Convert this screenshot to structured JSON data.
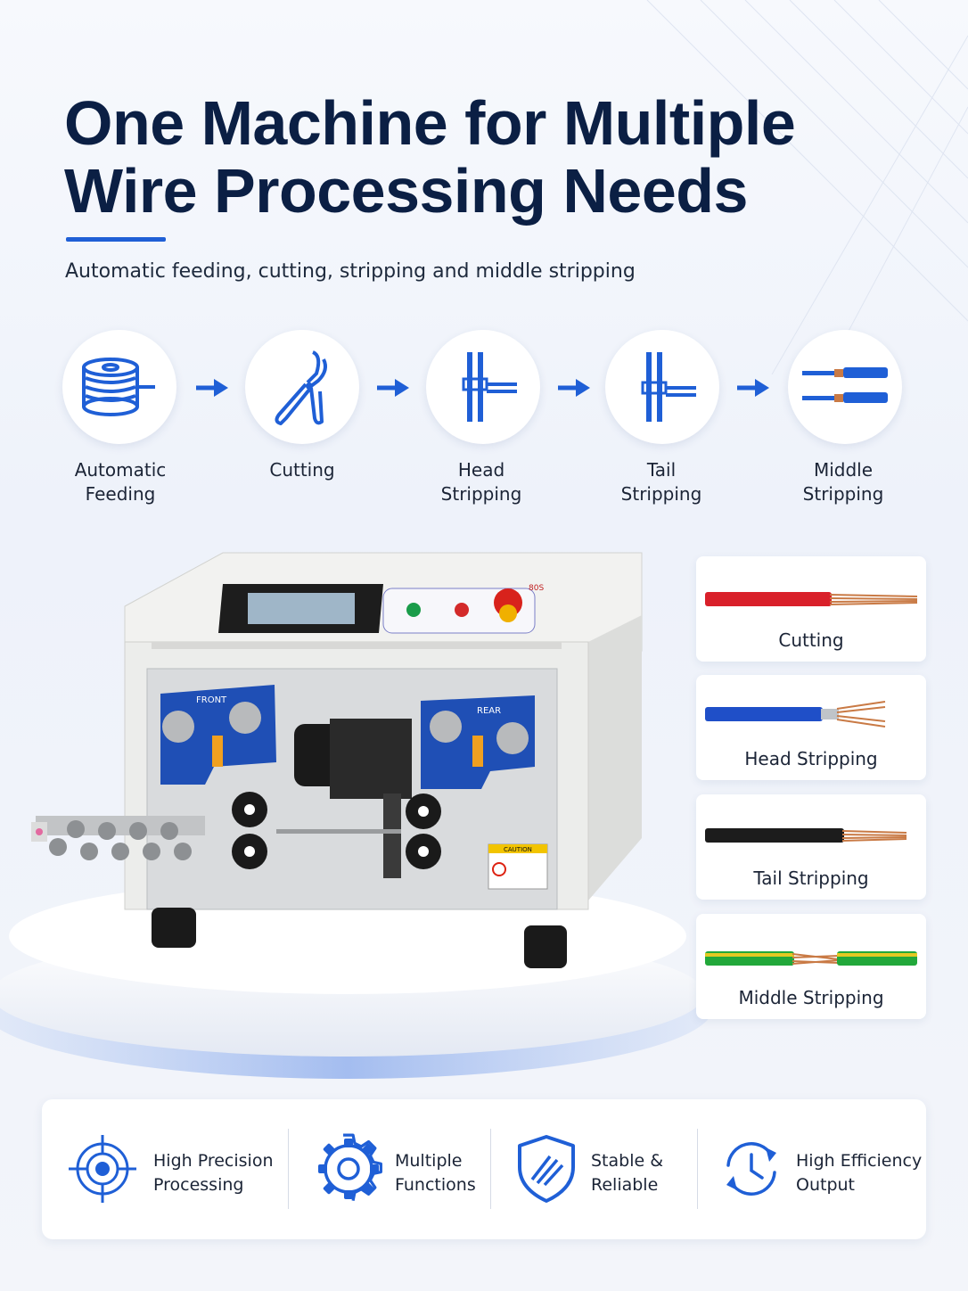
{
  "header": {
    "title_line1": "One Machine for Multiple",
    "title_line2": "Wire Processing Needs",
    "subtitle": "Automatic feeding, cutting, stripping and middle stripping"
  },
  "process_steps": [
    {
      "icon": "wire-spool-icon",
      "label_line1": "Automatic",
      "label_line2": "Feeding"
    },
    {
      "icon": "wire-cutter-icon",
      "label_line1": "Cutting",
      "label_line2": ""
    },
    {
      "icon": "head-stripping-icon",
      "label_line1": "Head",
      "label_line2": "Stripping"
    },
    {
      "icon": "tail-stripping-icon",
      "label_line1": "Tail",
      "label_line2": "Stripping"
    },
    {
      "icon": "middle-stripping-icon",
      "label_line1": "Middle",
      "label_line2": "Stripping"
    }
  ],
  "machine_panel": {
    "front_label": "FRONT",
    "rear_label": "REAR",
    "caution_label": "CAUTION",
    "model_label": "80S"
  },
  "result_cards": [
    {
      "label": "Cutting",
      "wire_color": "#d9202a"
    },
    {
      "label": "Head Stripping",
      "wire_color": "#1f4fc8"
    },
    {
      "label": "Tail Stripping",
      "wire_color": "#1c1c1c"
    },
    {
      "label": "Middle Stripping",
      "wire_color": "#22a83a"
    }
  ],
  "features": [
    {
      "icon": "target-icon",
      "line1": "High Precision",
      "line2": "Processing"
    },
    {
      "icon": "gear-icon",
      "line1": "Multiple",
      "line2": "Functions"
    },
    {
      "icon": "shield-icon",
      "line1": "Stable &",
      "line2": "Reliable"
    },
    {
      "icon": "clock-cycle-icon",
      "line1": "High Efficiency",
      "line2": "Output"
    }
  ],
  "colors": {
    "accent": "#1f5fd6",
    "title": "#0b1f44",
    "copper": "#c97a45"
  }
}
